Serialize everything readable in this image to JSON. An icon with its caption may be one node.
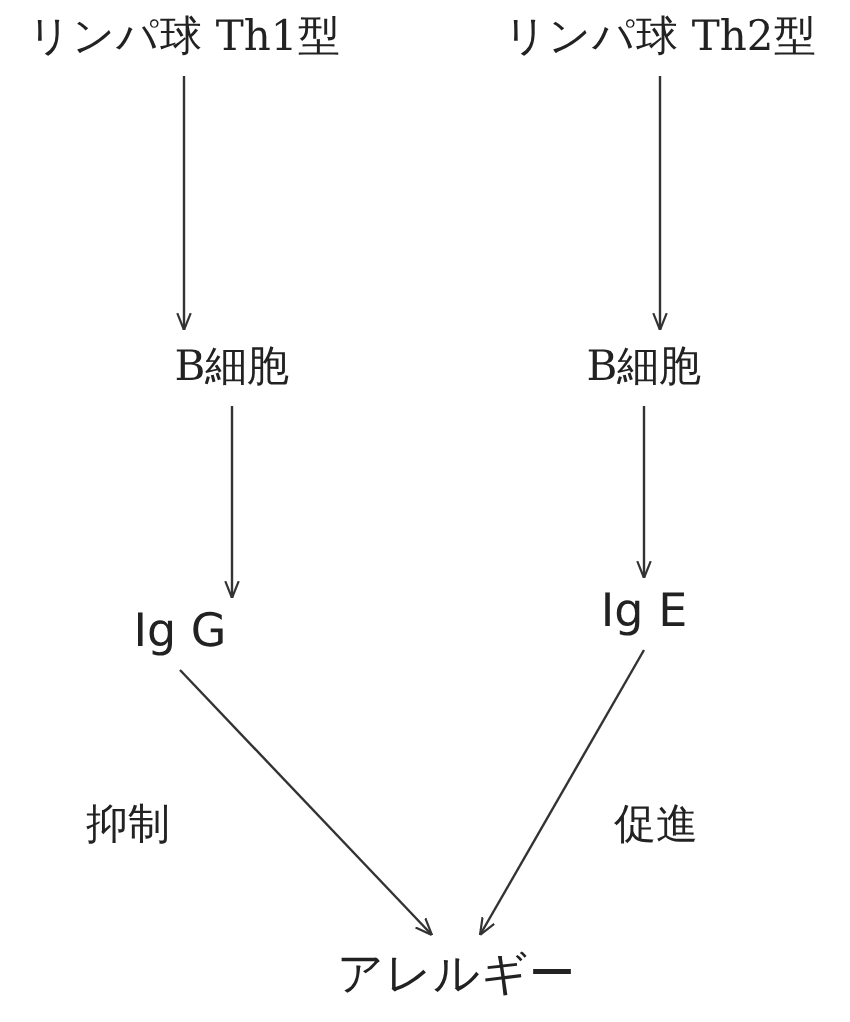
{
  "diagram": {
    "nodes": [
      {
        "text": [
          "リンパ球 Th1型"
        ]
      },
      {
        "text": [
          "リンパ球 Th2型"
        ]
      },
      {
        "text": [
          "B細胞"
        ]
      },
      {
        "text": [
          "B細胞"
        ]
      },
      {
        "text": [
          "Ig G"
        ]
      },
      {
        "text": [
          "Ig E"
        ]
      },
      {
        "text": [
          "アレルギー"
        ]
      }
    ],
    "edges": [
      {
        "from": 0,
        "to": 2,
        "arrow": "to"
      },
      {
        "from": 1,
        "to": 3,
        "arrow": "to"
      },
      {
        "from": 2,
        "to": 4,
        "arrow": "to"
      },
      {
        "from": 3,
        "to": 5,
        "arrow": "to"
      },
      {
        "from": 4,
        "to": 6,
        "arrow": "to",
        "label": "抑制"
      },
      {
        "from": 5,
        "to": 6,
        "arrow": "to",
        "label": "促進"
      }
    ]
  }
}
